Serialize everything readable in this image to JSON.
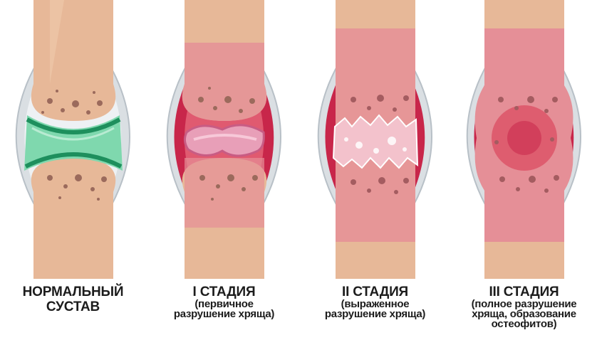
{
  "figure": {
    "stages": [
      {
        "title": "НОРМАЛЬНЫЙ",
        "title2": "СУСТАВ",
        "sub": []
      },
      {
        "title": "I СТАДИЯ",
        "title2": "",
        "sub": [
          "(первичное",
          "разрушение хряща)"
        ]
      },
      {
        "title": "II СТАДИЯ",
        "title2": "",
        "sub": [
          "(выраженное",
          "разрушение хряща)"
        ]
      },
      {
        "title": "III СТАДИЯ",
        "title2": "",
        "sub": [
          "(полное разрушение",
          "хряща, образование",
          "остеофитов)"
        ]
      }
    ]
  },
  "colors": {
    "bone": "#e7b898",
    "bone_shadow": "#cc9a7c",
    "capsule": "#dadfe3",
    "cartilage": "#5fcb9d",
    "cartilage_dark": "#1e8f5d",
    "inflammation": "#c8264a",
    "inflamed_bone": "#e58f97",
    "damaged_cartilage": "#e89fb8",
    "spot": "#9b6a5c"
  }
}
